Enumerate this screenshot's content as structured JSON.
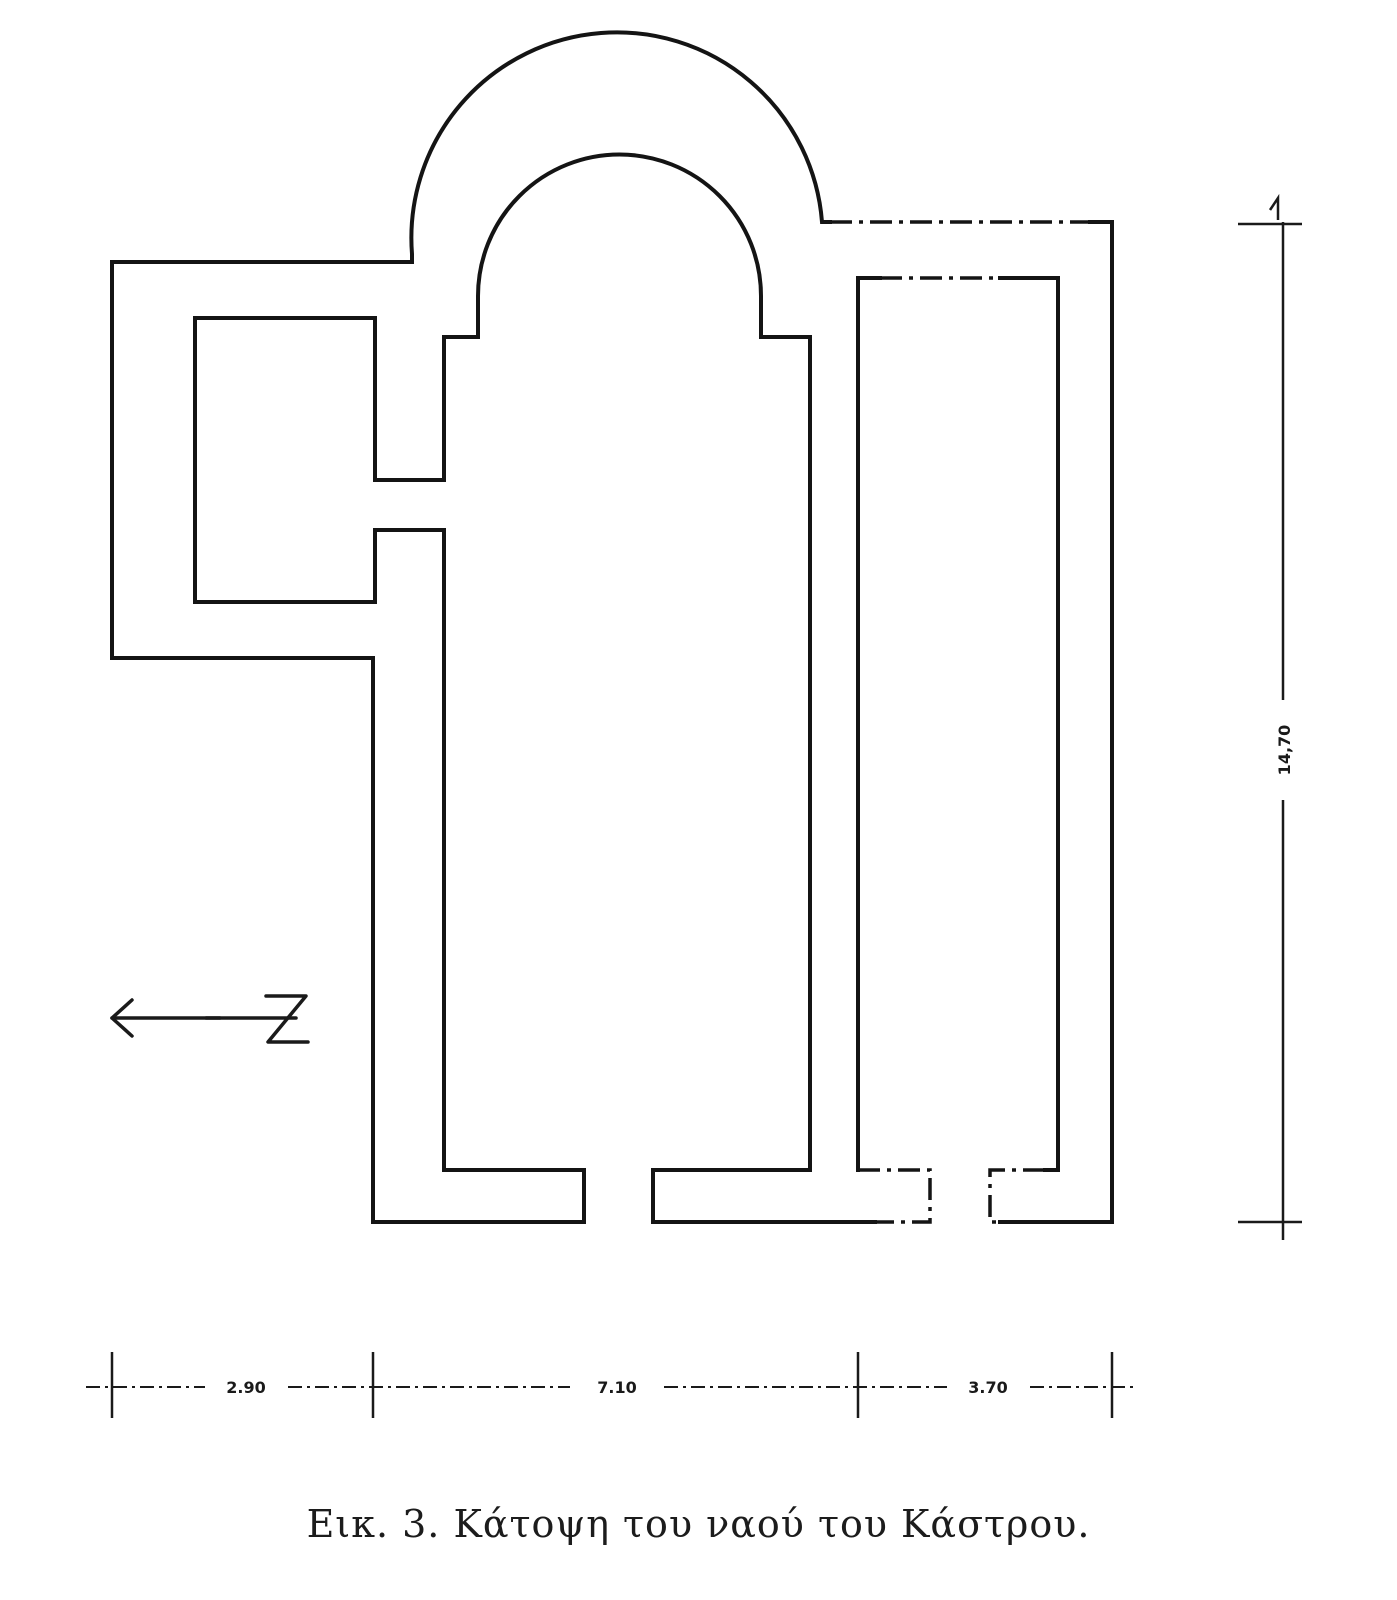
{
  "caption": "Εικ. 3. Κάτοψη του ναού του Κάστρου.",
  "dimensions": {
    "width_segments": [
      "2.90",
      "7.10",
      "3.70"
    ],
    "height": "14,70"
  },
  "north_label": "N"
}
